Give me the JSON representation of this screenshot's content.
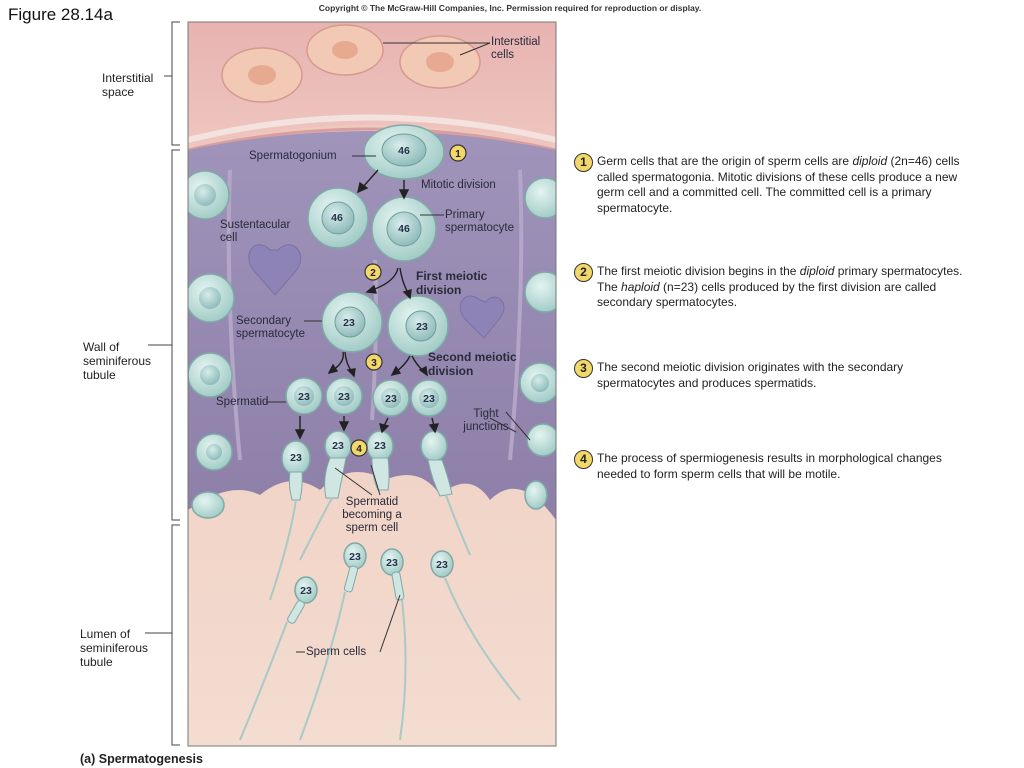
{
  "figure_label": "Figure 28.14a",
  "copyright": "Copyright © The McGraw-Hill Companies, Inc. Permission required for reproduction or display.",
  "caption": "(a) Spermatogenesis",
  "side_labels": {
    "interstitial_space": "Interstitial space",
    "wall": "Wall of seminiferous tubule",
    "lumen": "Lumen of seminiferous tubule"
  },
  "labels": {
    "interstitial_cells": "Interstitial cells",
    "spermatogonium": "Spermatogonium",
    "mitotic_division": "Mitotic division",
    "sustentacular": "Sustentacular cell",
    "primary": "Primary spermatocyte",
    "first_meiotic": "First meiotic division",
    "secondary": "Secondary spermatocyte",
    "second_meiotic": "Second meiotic division",
    "spermatid": "Spermatid",
    "tight_junctions": "Tight junctions",
    "becoming": "Spermatid becoming a sperm cell",
    "sperm_cells": "Sperm cells"
  },
  "chromosome_counts": {
    "diploid": "46",
    "haploid": "23"
  },
  "steps": [
    {
      "num": "1",
      "text_html": "Germ cells that are the origin of sperm cells are <i>diploid</i> (2n=46) cells called spermatogonia. Mitotic divisions of these cells produce a new germ cell and a committed cell. The committed cell is a primary spermatocyte."
    },
    {
      "num": "2",
      "text_html": "The first meiotic division begins in the <i>diploid</i> primary spermatocytes. The <i>haploid</i> (n=23) cells produced by the first division are called secondary spermatocytes."
    },
    {
      "num": "3",
      "text_html": "The second meiotic division originates with the secondary spermatocytes and produces spermatids."
    },
    {
      "num": "4",
      "text_html": "The process of spermiogenesis results in morphological changes needed to form sperm cells that will be motile."
    }
  ],
  "colors": {
    "interstitial_bg": "#e7b9b5",
    "wall_bg": "#9c8fb5",
    "lumen_bg": "#efd1c1",
    "cell_fill": "#bfe0dc",
    "nucleus_fill": "#8fbfbf",
    "step_circle": "#f2d76a"
  }
}
